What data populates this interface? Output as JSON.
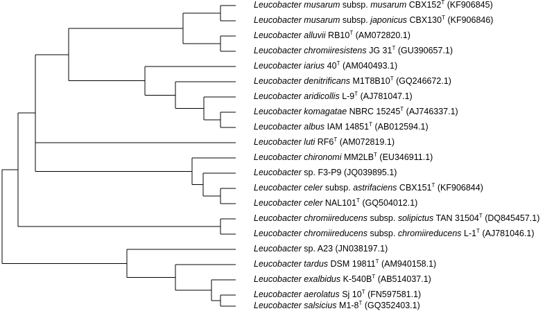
{
  "tree": {
    "line_color": "#000000",
    "leaves": [
      {
        "genus": "Leucobacter",
        "epithet": "musarum",
        "subsp_word": "subsp.",
        "sub_epithet": "musarum",
        "strain": "CBX152",
        "type_mark": "T",
        "accession": "(KF906845)"
      },
      {
        "genus": "Leucobacter",
        "epithet": "musarum",
        "subsp_word": "subsp.",
        "sub_epithet": "japonicus",
        "strain": "CBX130",
        "type_mark": "T",
        "accession": "(KF906846)"
      },
      {
        "genus": "Leucobacter",
        "epithet": "alluvii",
        "strain": "RB10",
        "type_mark": "T",
        "accession": "(AM072820.1)"
      },
      {
        "genus": "Leucobacter",
        "epithet": "chromiiresistens",
        "strain": "JG 31",
        "type_mark": "T",
        "accession": "(GU390657.1)"
      },
      {
        "genus": "Leucobacter",
        "epithet": "iarius",
        "strain": "40",
        "type_mark": "T",
        "accession": "(AM040493.1)"
      },
      {
        "genus": "Leucobacter",
        "epithet": "denitrificans",
        "strain": "M1T8B10",
        "type_mark": "T",
        "accession": "(GQ246672.1)"
      },
      {
        "genus": "Leucobacter",
        "epithet": "aridicollis",
        "strain": "L-9",
        "type_mark": "T",
        "accession": "(AJ781047.1)"
      },
      {
        "genus": "Leucobacter",
        "epithet": "komagatae",
        "strain": "NBRC 15245",
        "type_mark": "T",
        "accession": "(AJ746337.1)"
      },
      {
        "genus": "Leucobacter",
        "epithet": "albus",
        "strain": "IAM 14851",
        "type_mark": "T",
        "accession": "(AB012594.1)"
      },
      {
        "genus": "Leucobacter",
        "epithet": "luti",
        "strain": "RF6",
        "type_mark": "T",
        "accession": "(AM072819.1)"
      },
      {
        "genus": "Leucobacter",
        "epithet": "chironomi",
        "strain": "MM2LB",
        "type_mark": "T",
        "accession": "(EU346911.1)"
      },
      {
        "genus": "Leucobacter",
        "epithet": "sp.",
        "epithet_upright": true,
        "strain": "F3-P9",
        "accession": "(JQ039895.1)"
      },
      {
        "genus": "Leucobacter",
        "epithet": "celer",
        "subsp_word": "subsp.",
        "sub_epithet": "astrifaciens",
        "strain": "CBX151",
        "type_mark": "T",
        "accession": "(KF906844)"
      },
      {
        "genus": "Leucobacter",
        "epithet": "celer",
        "strain": "NAL101",
        "type_mark": "T",
        "accession": "(GQ504012.1)"
      },
      {
        "genus": "Leucobacter",
        "epithet": "chromiireducens",
        "subsp_word": "subsp.",
        "sub_epithet": "solipictus",
        "strain": "TAN 31504",
        "type_mark": "T",
        "accession": "(DQ845457.1)"
      },
      {
        "genus": "Leucobacter",
        "epithet": "chromiireducens",
        "subsp_word": "subsp.",
        "sub_epithet": "chromiireducens",
        "strain": "L-1",
        "type_mark": "T",
        "accession": "(AJ781046.1)"
      },
      {
        "genus": "Leucobacter",
        "epithet": "sp.",
        "epithet_upright": true,
        "strain": "A23",
        "accession": "(JN038197.1)"
      },
      {
        "genus": "Leucobacter",
        "epithet": "tardus",
        "strain": "DSM 19811",
        "type_mark": "T",
        "accession": "(AM940158.1)"
      },
      {
        "genus": "Leucobacter",
        "epithet": "exalbidus",
        "strain": "K-540B",
        "type_mark": "T",
        "accession": "(AB514037.1)"
      },
      {
        "genus": "Leucobacter",
        "epithet": "aerolatus",
        "strain": "Sj 10",
        "type_mark": "T",
        "accession": "(FN597581.1)"
      },
      {
        "genus": "Leucobacter",
        "epithet": "salsicius",
        "strain": "M1-8",
        "type_mark": "T",
        "accession": "(GQ352403.1)"
      }
    ]
  }
}
